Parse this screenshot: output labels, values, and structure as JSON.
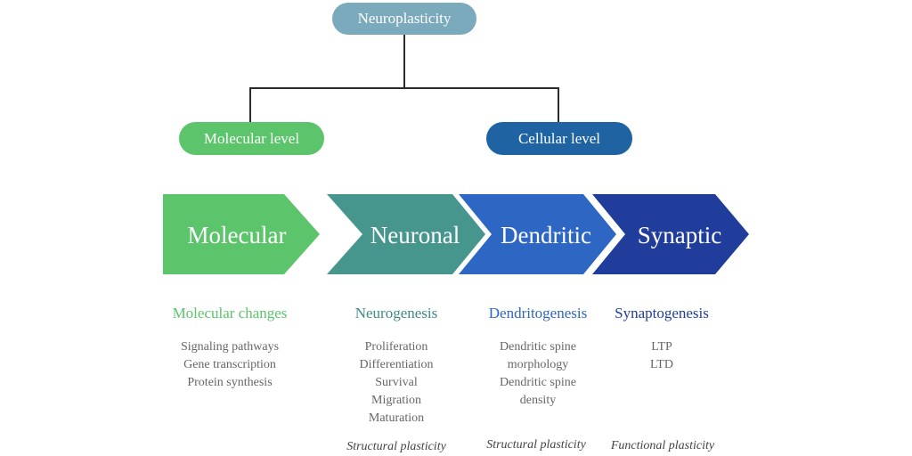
{
  "root": {
    "label": "Neuroplasticity",
    "color": "#7aaabb"
  },
  "levels": [
    {
      "label": "Molecular level",
      "color": "#5cc46a"
    },
    {
      "label": "Cellular level",
      "color": "#1f63a3"
    }
  ],
  "stages": [
    {
      "label": "Molecular",
      "color": "#5cc46a",
      "heading": "Molecular changes",
      "heading_color": "#5cc46a",
      "items": [
        "Signaling pathways",
        "Gene transcription",
        "Protein synthesis"
      ],
      "footer": ""
    },
    {
      "label": "Neuronal",
      "color": "#47968e",
      "heading": "Neurogenesis",
      "heading_color": "#3e8a85",
      "items": [
        "Proliferation",
        "Differentiation",
        "Survival",
        "Migration",
        "Maturation"
      ],
      "footer": "Structural plasticity"
    },
    {
      "label": "Dendritic",
      "color": "#2e66c4",
      "heading": "Dendritogenesis",
      "heading_color": "#2e66c4",
      "items": [
        "Dendritic spine",
        "morphology",
        "Dendritic spine",
        "density"
      ],
      "footer": "Structural plasticity"
    },
    {
      "label": "Synaptic",
      "color": "#203d9c",
      "heading": "Synaptogenesis",
      "heading_color": "#203d9c",
      "items": [
        "LTP",
        "LTD"
      ],
      "footer": "Functional plasticity"
    }
  ]
}
